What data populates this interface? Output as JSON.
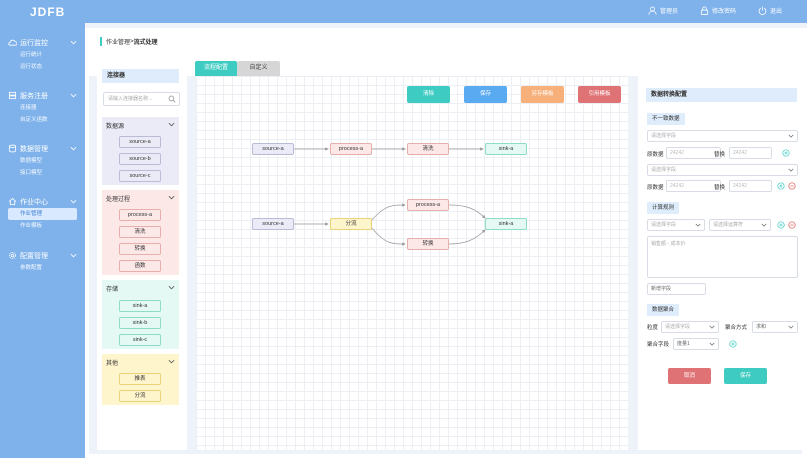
{
  "header": {
    "logo": "JDFB",
    "user": "管理员",
    "password": "修改密码",
    "logout": "退出"
  },
  "sidebar": {
    "monitor": {
      "title": "运行监控",
      "items": [
        "运行统计",
        "运行状态"
      ]
    },
    "service": {
      "title": "服务注册",
      "items": [
        "连接器",
        "自定义函数"
      ]
    },
    "data": {
      "title": "数据管理",
      "items": [
        "数据模型",
        "接口模型"
      ]
    },
    "job": {
      "title": "作业中心",
      "items": [
        "作业管理",
        "作业模板"
      ]
    },
    "config": {
      "title": "配置管理",
      "items": [
        "参数配置"
      ]
    }
  },
  "breadcrumb": {
    "parent": "作业管理",
    "sep": " > ",
    "current": "流式处理"
  },
  "tabs": {
    "flow": "流程配置",
    "custom": "自定义"
  },
  "connector": {
    "title": "连接器",
    "search_placeholder": "请输入连接器名称...",
    "categories": [
      {
        "name": "数据源",
        "items": [
          "source-a",
          "source-b",
          "source-c"
        ],
        "bg": "#ebebf8",
        "border": "#b9bcd6"
      },
      {
        "name": "处理过程",
        "items": [
          "process-a",
          "清洗",
          "转换",
          "函数"
        ],
        "bg": "#fde8e8",
        "border": "#e7aeae"
      },
      {
        "name": "存储",
        "items": [
          "sink-a",
          "sink-b",
          "sink-c"
        ],
        "bg": "#e4f9f3",
        "border": "#8fdcc6"
      },
      {
        "name": "其他",
        "items": [
          "推表",
          "分流"
        ],
        "bg": "#fff5cc",
        "border": "#e9d27a"
      }
    ]
  },
  "toolbar": {
    "clear": "清除",
    "save": "保存",
    "save_template": "另存模板",
    "ref_template": "引用模板"
  },
  "flow": {
    "row1": [
      "source-a",
      "process-a",
      "清洗",
      "sink-a"
    ],
    "row2": {
      "source": "source-a",
      "split": "分流",
      "upper": "process-a",
      "lower": "转换",
      "sink": "sink-a"
    }
  },
  "config": {
    "title": "数据转换配置",
    "inconsistent": {
      "title": "不一致数据",
      "select_placeholder": "请选择字段",
      "raw_label": "原数据",
      "raw_value": "24242",
      "replace_label": "替换",
      "replace_value": "24242"
    },
    "compute": {
      "title": "计算规则",
      "field_placeholder": "请选择字段",
      "op_placeholder": "请选择运算符",
      "expr_placeholder": "销售额 - 成本价",
      "new_field": "新增字段"
    },
    "aggregate": {
      "title": "数据聚合",
      "granularity_label": "粒度",
      "granularity_placeholder": "请选择字段",
      "method_label": "聚合方式",
      "method_value": "求和",
      "field_label": "聚合字段",
      "field_value": "度量1"
    },
    "cancel": "取消",
    "save": "保存"
  },
  "colors": {
    "accent": "#7fb2ea",
    "teal": "#3ecbc1",
    "blue": "#5aaaf1",
    "orange": "#f7b07a",
    "red": "#df7275"
  }
}
